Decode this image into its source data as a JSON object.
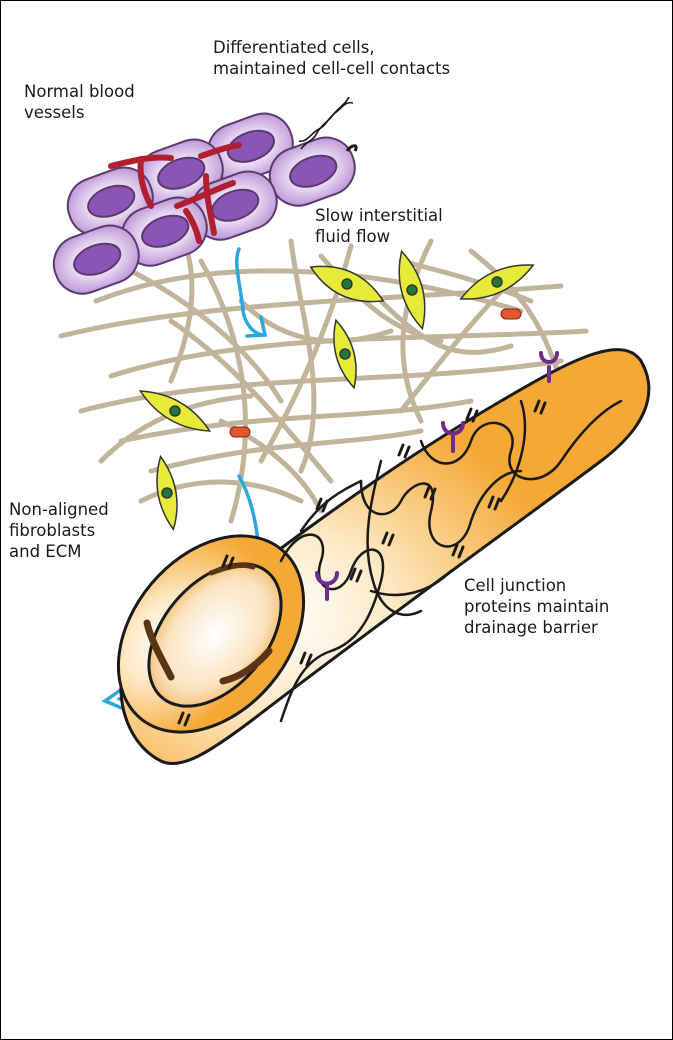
{
  "labels": {
    "differentiated": [
      "Differentiated cells,",
      "maintained cell-cell contacts"
    ],
    "vessels": [
      "Normal blood",
      "vessels"
    ],
    "flow": [
      "Slow interstitial",
      "fluid flow"
    ],
    "fibroblasts": [
      "Non-aligned",
      "fibroblasts",
      "and ECM"
    ],
    "junction": [
      "Cell junction",
      "proteins maintain",
      "drainage barrier"
    ]
  },
  "colors": {
    "cell_outer": "#b58ad0",
    "cell_inner": "#e9dcf3",
    "nucleus": "#8a55b5",
    "contact": "#b11e30",
    "fiber": "#c2b49a",
    "fibroblast": "#e6ea38",
    "fibroblast_nucleus": "#1f7a3a",
    "flow_arrow": "#2aa7dc",
    "vessel": "#f5a835",
    "vessel_light": "#fde9c4",
    "vessel_dark": "#5a3416",
    "receptor": "#6d2b8e",
    "marker": "#e4572e"
  }
}
